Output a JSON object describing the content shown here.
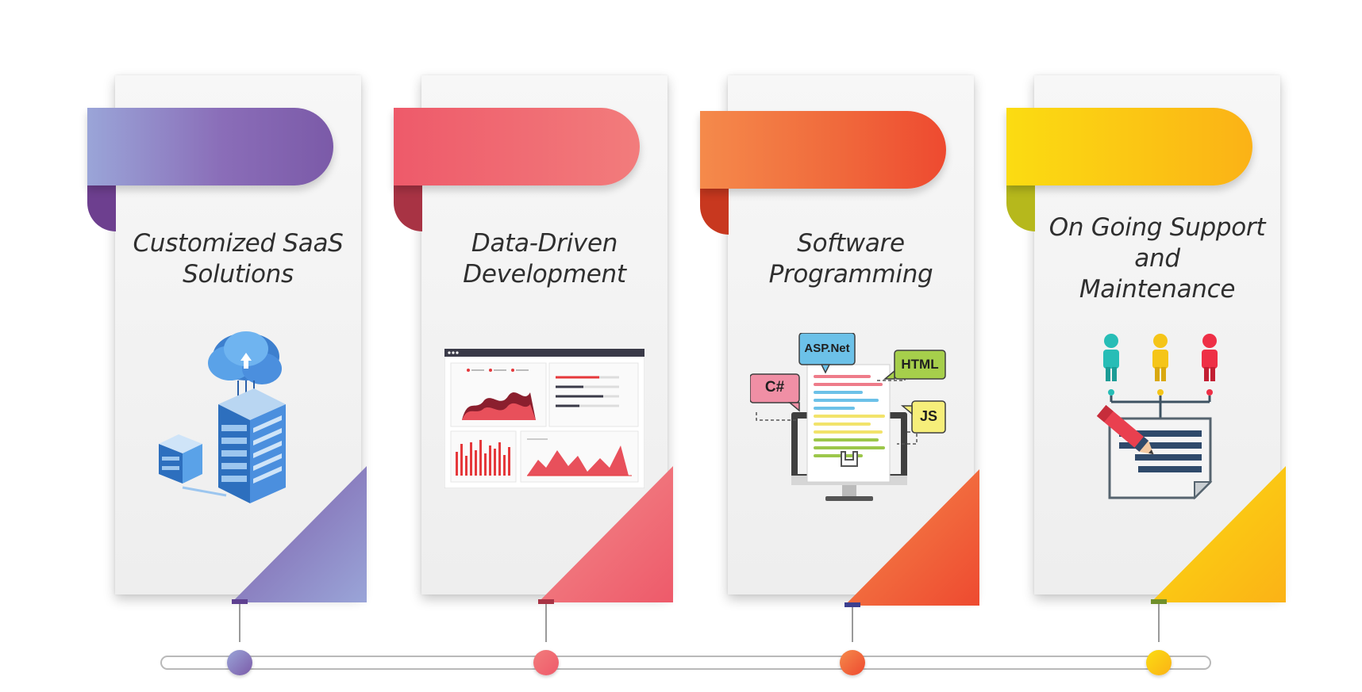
{
  "steps": [
    {
      "title": "Customized SaaS\nSolutions",
      "icon": "cloud-server-icon",
      "color_start": "#9aa5d8",
      "color_end": "#7b5aa8"
    },
    {
      "title": "Data-Driven\nDevelopment",
      "icon": "analytics-dashboard-icon",
      "color_start": "#ee5a6a",
      "color_end": "#f27c7c"
    },
    {
      "title": "Software\nProgramming",
      "icon": "programming-monitor-icon",
      "color_start": "#f58a4b",
      "color_end": "#ee4a30"
    },
    {
      "title": "On Going Support\nand\nMaintenance",
      "icon": "support-team-document-icon",
      "color_start": "#fbdc12",
      "color_end": "#fbb216"
    }
  ],
  "programming_icon_labels": {
    "aspnet": "ASP.Net",
    "html": "HTML",
    "csharp": "C#",
    "js": "JS"
  }
}
